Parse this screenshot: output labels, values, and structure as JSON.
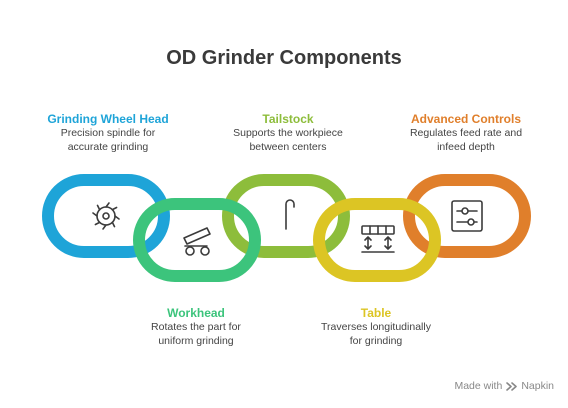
{
  "title": "OD Grinder Components",
  "colors": {
    "grinding_wheel_head": "#1ea4d8",
    "workhead": "#3cc47c",
    "tailstock": "#8dbd3b",
    "table": "#dcc524",
    "advanced_controls": "#e07f2b",
    "icon": "#3b3b3b"
  },
  "components": [
    {
      "title": "Grinding Wheel Head",
      "description_lines": [
        "Precision spindle for",
        "accurate grinding"
      ],
      "icon": "saw-blade-icon"
    },
    {
      "title": "Workhead",
      "description_lines": [
        "Rotates the part for",
        "uniform grinding"
      ],
      "icon": "cannon-icon"
    },
    {
      "title": "Tailstock",
      "description_lines": [
        "Supports the workpiece",
        "between centers"
      ],
      "icon": "cane-icon"
    },
    {
      "title": "Table",
      "description_lines": [
        "Traverses longitudinally",
        "for grinding"
      ],
      "icon": "table-arrows-icon"
    },
    {
      "title": "Advanced Controls",
      "description_lines": [
        "Regulates feed rate and",
        "infeed depth"
      ],
      "icon": "control-sliders-icon"
    }
  ],
  "footer": {
    "made_with": "Made with",
    "brand": "Napkin"
  }
}
